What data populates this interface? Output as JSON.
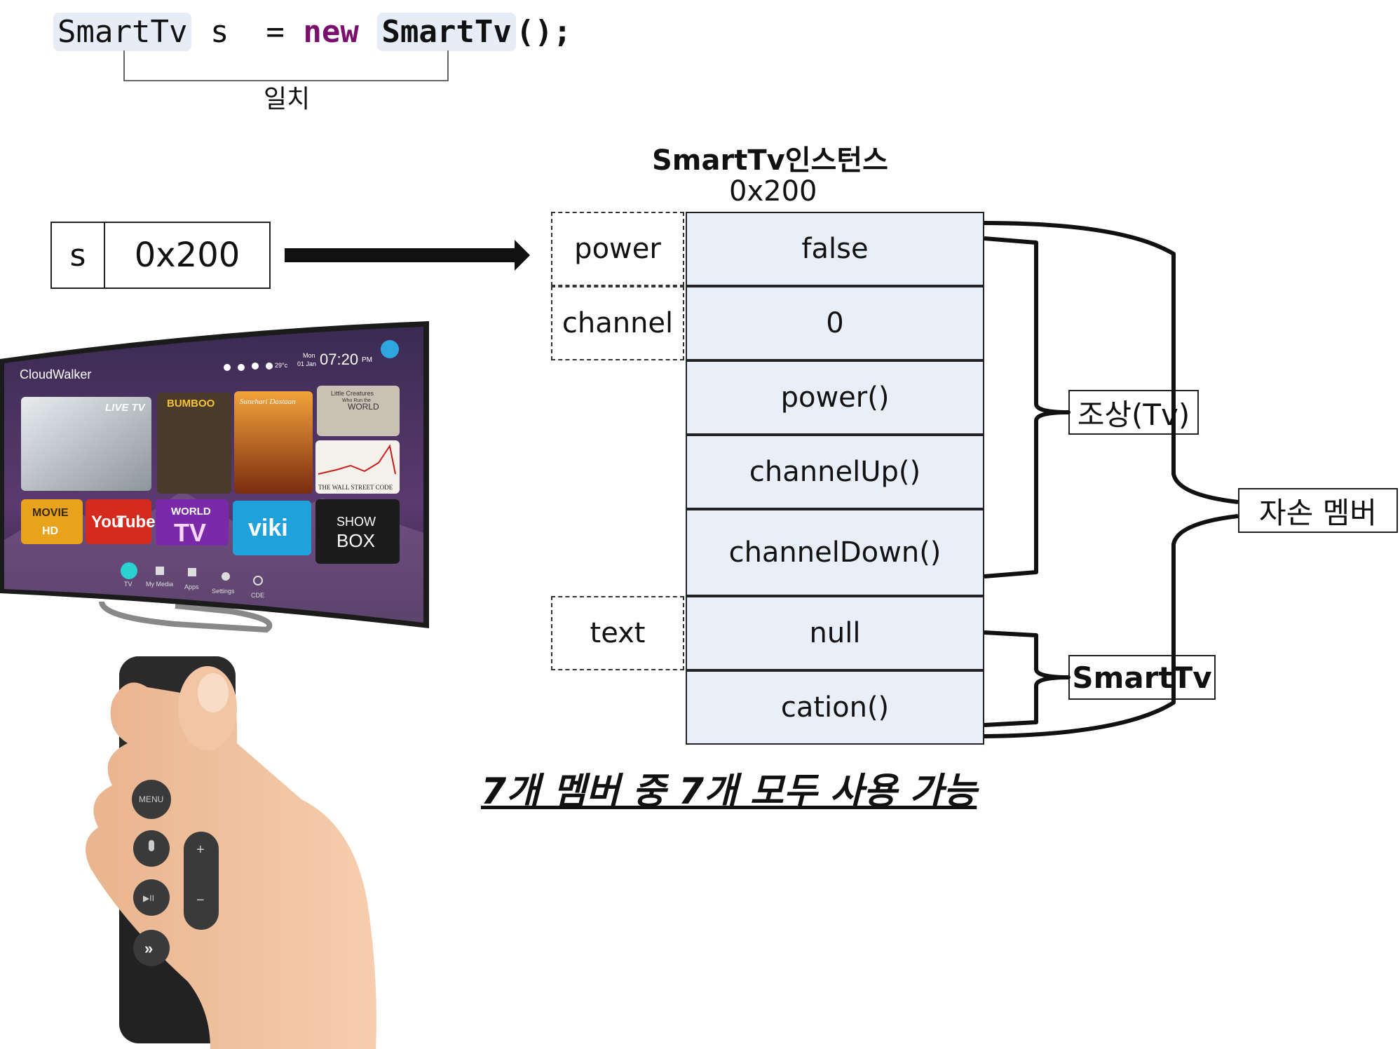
{
  "code": {
    "type_name": "SmartTv",
    "var_name": "s",
    "equals": "=",
    "keyword": "new",
    "ctor_name": "SmartTv",
    "ctor_suffix": "();"
  },
  "match_label": "일치",
  "variable": {
    "name": "s",
    "value": "0x200"
  },
  "instance": {
    "title": "SmartTv인스턴스",
    "address": "0x200"
  },
  "fields": [
    {
      "label": "power",
      "value": "false"
    },
    {
      "label": "channel",
      "value": "0"
    },
    {
      "label": "text",
      "value": "null"
    }
  ],
  "methods": [
    "power()",
    "channelUp()",
    "channelDown()",
    "cation()"
  ],
  "groups": {
    "ancestor": "조상(Tv)",
    "child": "자손 멤버",
    "smarttv": "SmartTv"
  },
  "caption": "7개 멤버 중 7개 모두 사용 가능",
  "tv_screen": {
    "brand": "CloudWalker",
    "clock": "07:20",
    "clock_ampm": "PM",
    "date_day": "Mon",
    "date_date": "01 Jan",
    "temperature": "29°c",
    "live_tv": "LIVE TV",
    "tile_bumboo": "BUMBOO",
    "tile_dastaan": "Sunehari Dastaan",
    "tile_little_1": "Little Creatures",
    "tile_little_2": "Who Run the",
    "tile_little_3": "WORLD",
    "tile_wsj": "THE WALL STREET CODE",
    "movie_1": "MOVIE",
    "movie_2": "HD",
    "youtube_1": "You",
    "youtube_2": "Tube",
    "world_1": "WORLD",
    "world_2": "TV",
    "viki": "viki",
    "show_1": "SHOW",
    "show_2": "BOX",
    "nav": [
      "TV",
      "My Media",
      "Apps",
      "Settings",
      "CDE"
    ]
  },
  "remote": {
    "menu": "MENU",
    "plus": "+",
    "minus": "−",
    "play": "▶II",
    "ff": "»"
  },
  "colors": {
    "table_fill": "#e9eff8",
    "code_highlight": "#e6edf6",
    "keyword": "#7a0f6e"
  }
}
